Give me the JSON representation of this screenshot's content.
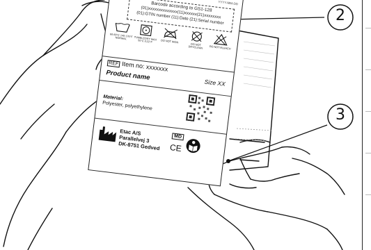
{
  "label": {
    "date_code": "YYYY-MM-DD",
    "barcode_title": "Barcode according to GS1-128",
    "barcode_line1": "(01)xxxxxxxxxxxxxx(11)xxxxxx(21)xxxxxxxx",
    "barcode_line2": "(01):GTIN number (11):Date (21):Serial number",
    "care": [
      {
        "icon": "wash-icon",
        "text": "60-80°C 140-176°F NORMAL"
      },
      {
        "icon": "tumble-dry-icon",
        "text": "TUMBLEDRY MAX 50°C /122°F"
      },
      {
        "icon": "no-iron-icon",
        "text": "DO NOT IRON"
      },
      {
        "icon": "no-dryclean-icon",
        "text": "DO NOT DRYCLEAN"
      },
      {
        "icon": "no-bleach-icon",
        "text": "DO NOT BLEACH"
      }
    ],
    "ref_tag": "REF",
    "item_no": "Item no: xxxxxxx",
    "product_name": "Product name",
    "size": "Size XX",
    "material_label": "Material:",
    "material_value": "Polyester, polyethylene",
    "manufacturer_lines": [
      "Etac A/S",
      "Parallelvej 3",
      "DK-8751 Gedved"
    ],
    "md_tag": "MD",
    "ce_mark": "CE"
  },
  "callouts": [
    {
      "number": "2"
    },
    {
      "number": "3"
    }
  ]
}
